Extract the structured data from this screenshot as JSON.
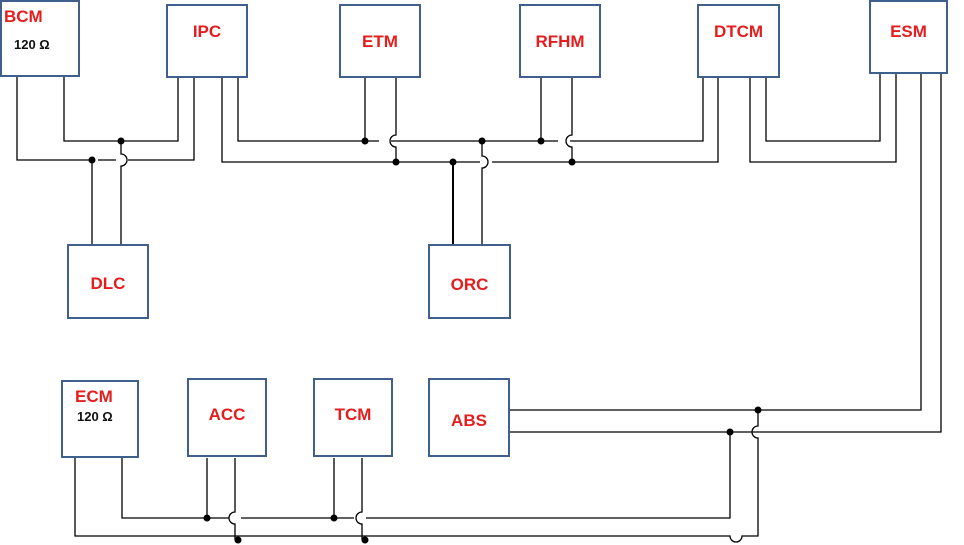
{
  "diagram": {
    "modules": {
      "bcm": "BCM",
      "ipc": "IPC",
      "etm": "ETM",
      "rfhm": "RFHM",
      "dtcm": "DTCM",
      "esm": "ESM",
      "dlc": "DLC",
      "orc": "ORC",
      "ecm": "ECM",
      "acc": "ACC",
      "tcm": "TCM",
      "abs": "ABS"
    },
    "resistors": {
      "bcm": "120 Ω",
      "ecm": "120 Ω"
    },
    "colors": {
      "module_border": "#3f5f8c",
      "label": "#e41e1e",
      "wire": "#000000",
      "junction": "#000000"
    }
  }
}
